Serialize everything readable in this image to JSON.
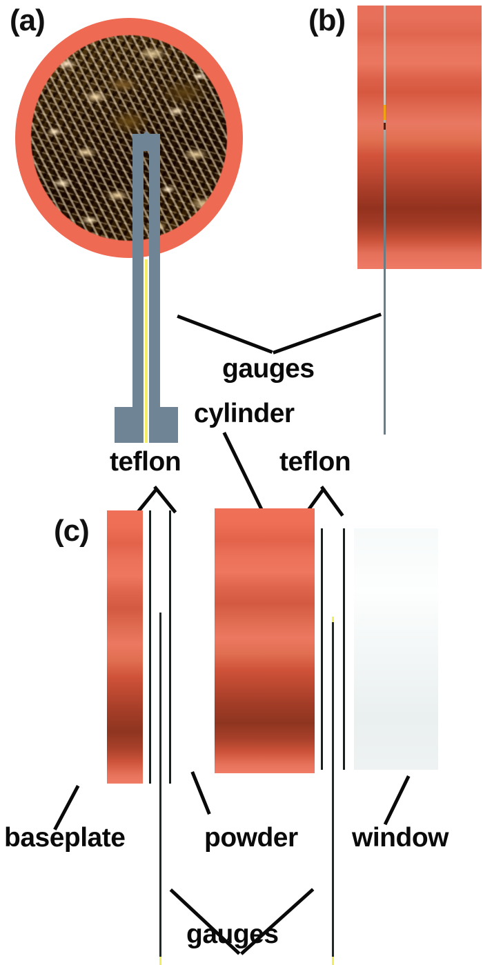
{
  "figure": {
    "type": "apparatus-schematic",
    "panels": [
      {
        "tag": "(a)",
        "name": "top-view-powder-sample-with-gauge"
      },
      {
        "tag": "(b)",
        "name": "side-view-cylinder-with-gauge"
      },
      {
        "tag": "(c)",
        "name": "exploded-cross-section-assembly"
      }
    ]
  },
  "panel_a": {
    "tag": "(a)",
    "ring_color": "#ef6a53",
    "sample_description": "granular powder surface",
    "gauge_color": "#6f8596",
    "gauge_lead_color": "#f5ee63"
  },
  "panel_b": {
    "tag": "(b)",
    "block_color_light": "#ef7b66",
    "block_color_dark": "#93321f",
    "gauge_line_color": "#6d7c84",
    "gauge_marker_color": "#f0a413"
  },
  "panel_c": {
    "tag": "(c)",
    "layers": [
      {
        "name": "baseplate",
        "color": "#ef7057"
      },
      {
        "name": "teflon",
        "color": "#16211f"
      },
      {
        "name": "powder",
        "color": "#1d0d04"
      },
      {
        "name": "cylinder",
        "color": "#ef7057"
      },
      {
        "name": "teflon",
        "color": "#16211f"
      },
      {
        "name": "window",
        "color": "#f7fafa"
      }
    ]
  },
  "labels": {
    "panel_a_tag": "(a)",
    "panel_b_tag": "(b)",
    "panel_c_tag": "(c)",
    "gauges_top": "gauges",
    "cylinder": "cylinder",
    "teflon_left": "teflon",
    "teflon_right": "teflon",
    "baseplate": "baseplate",
    "powder": "powder",
    "window": "window",
    "gauges_bottom": "gauges"
  },
  "colors": {
    "accent_red": "#ef6a53",
    "gauge_slate": "#6f8596",
    "gauge_yellow": "#f5ee63",
    "line_black": "#0a0a0a",
    "window_white": "#f7fafa",
    "powder_dark": "#1d0d04"
  }
}
